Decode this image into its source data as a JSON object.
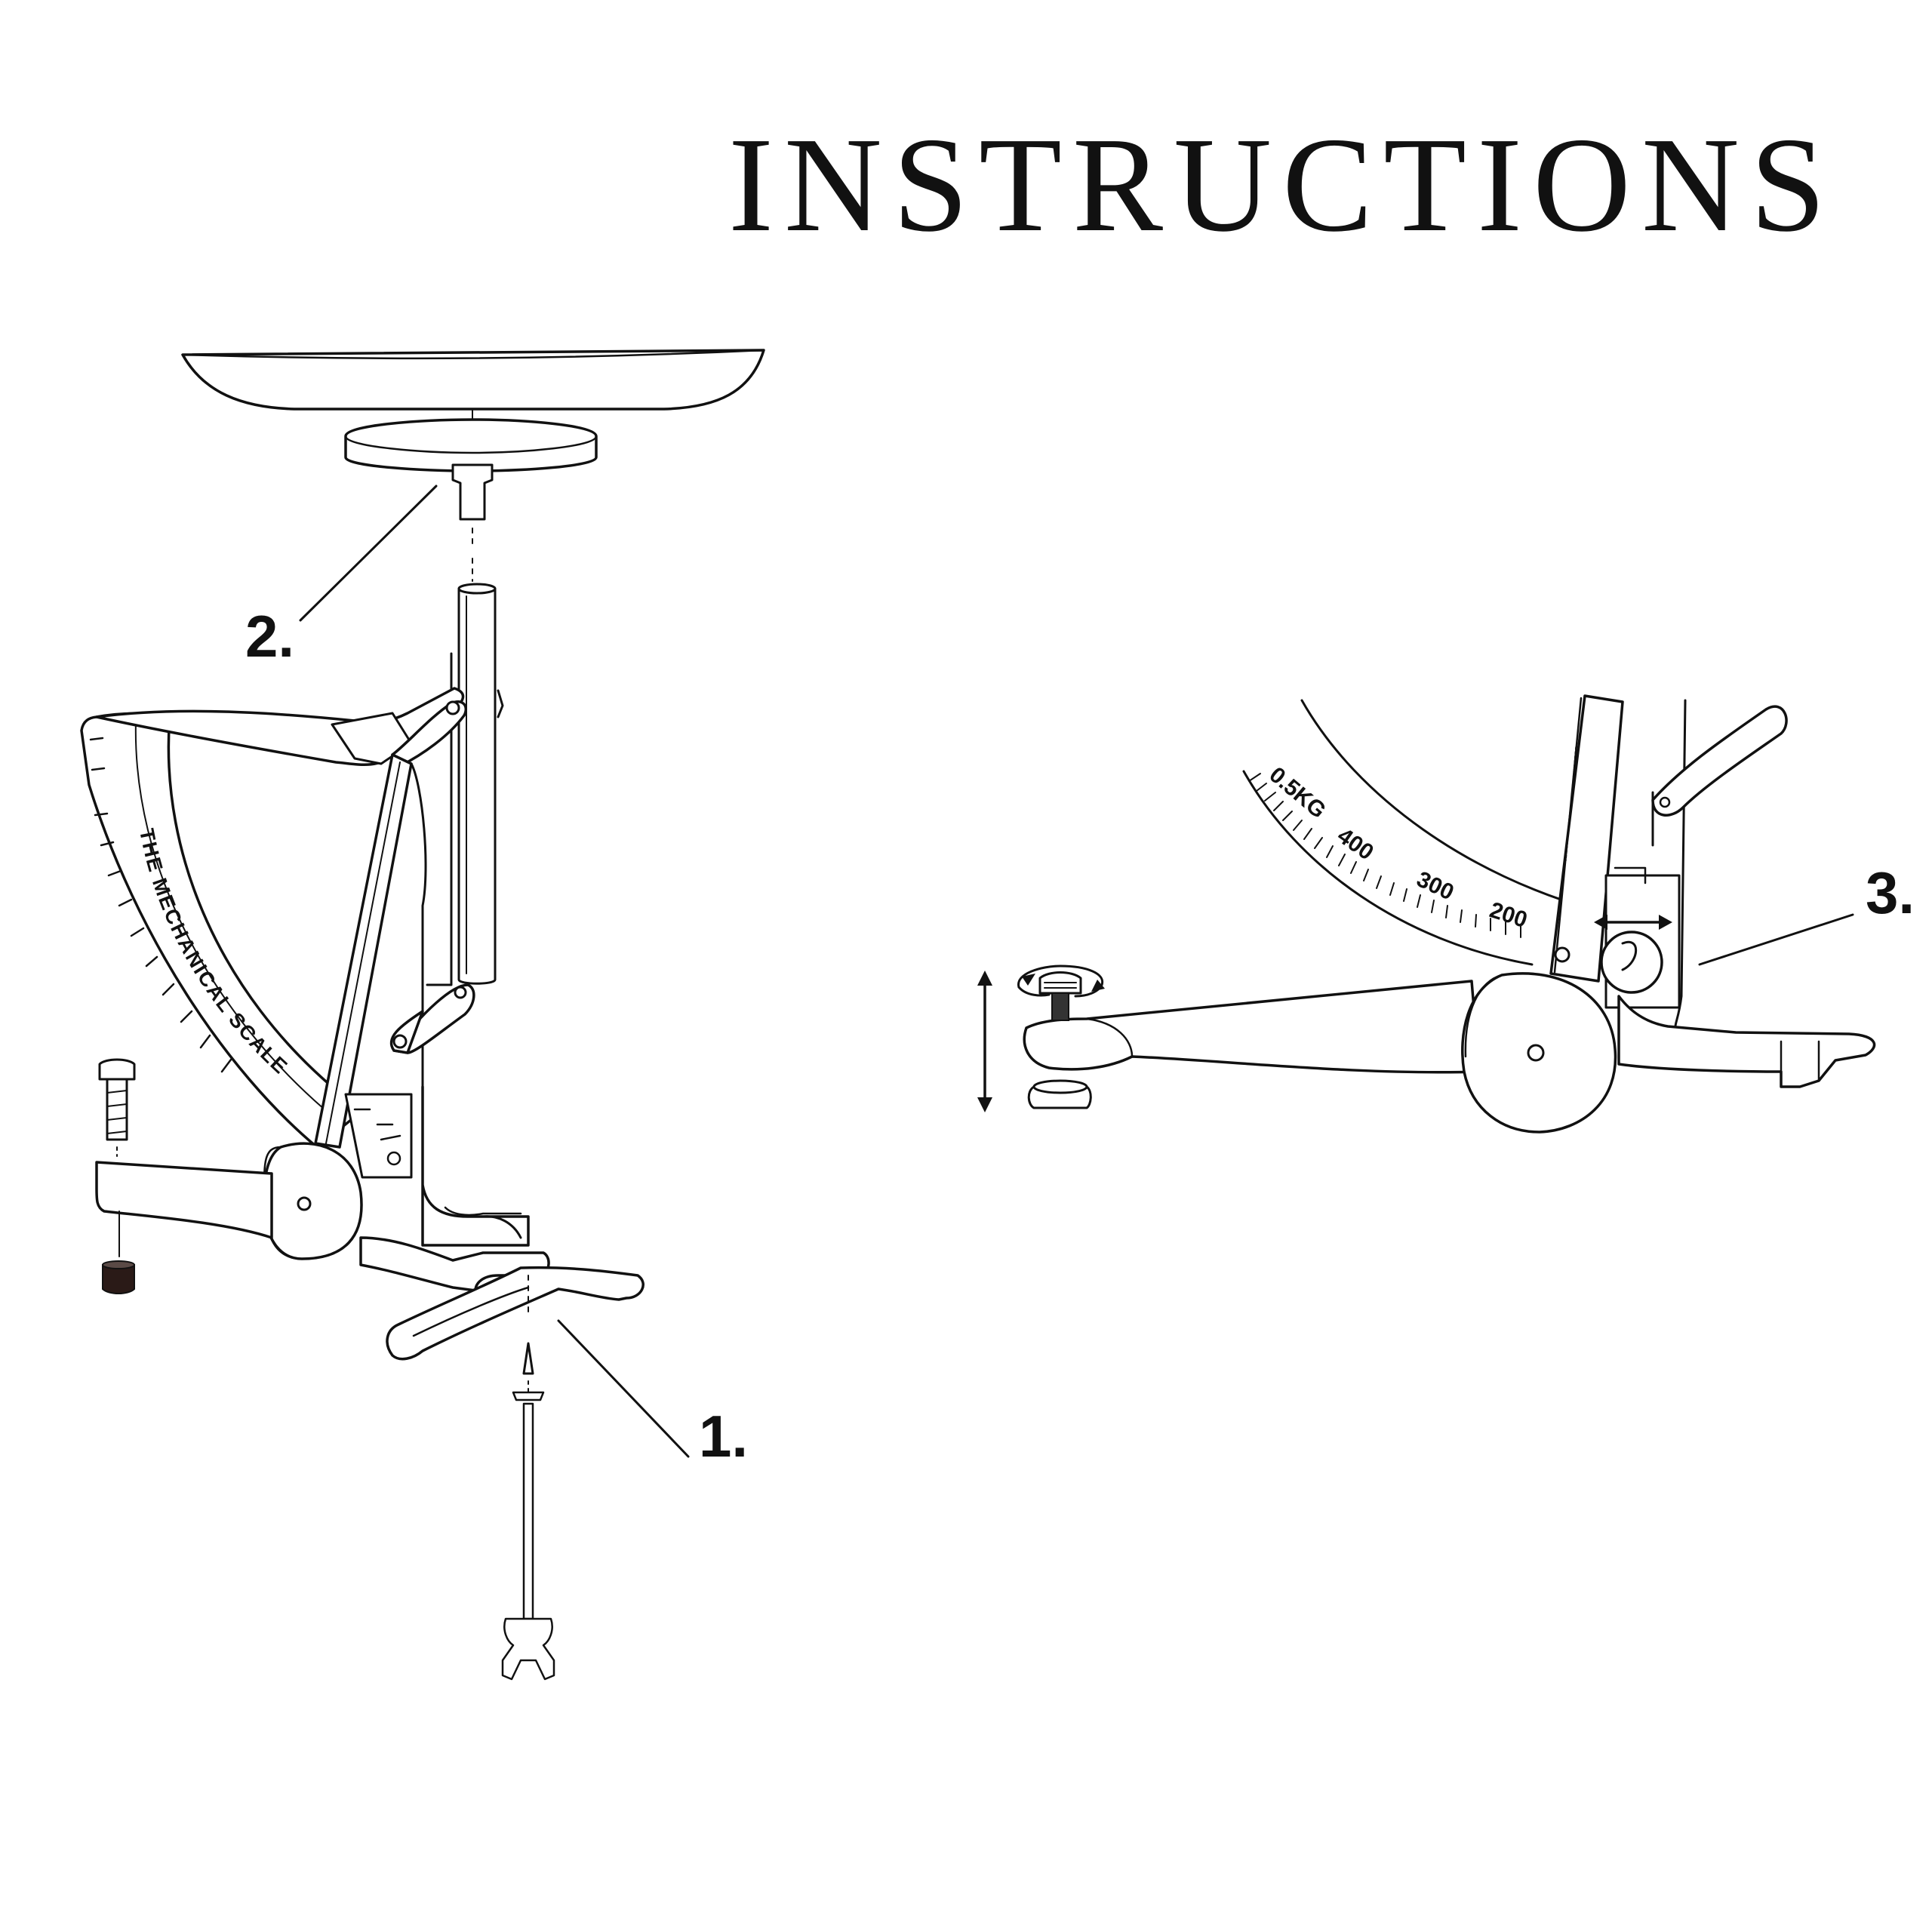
{
  "title": "INSTRUCTIONS",
  "steps": [
    {
      "number": "1."
    },
    {
      "number": "2."
    },
    {
      "number": "3."
    }
  ],
  "scale_arc_label": "THE MECHANICAL SCALE",
  "dial_markings": [
    "0.5KG",
    "400",
    "300",
    "200"
  ],
  "colors": {
    "ink": "#111111",
    "background": "#ffffff",
    "foot_pad": "#2a1a17"
  }
}
